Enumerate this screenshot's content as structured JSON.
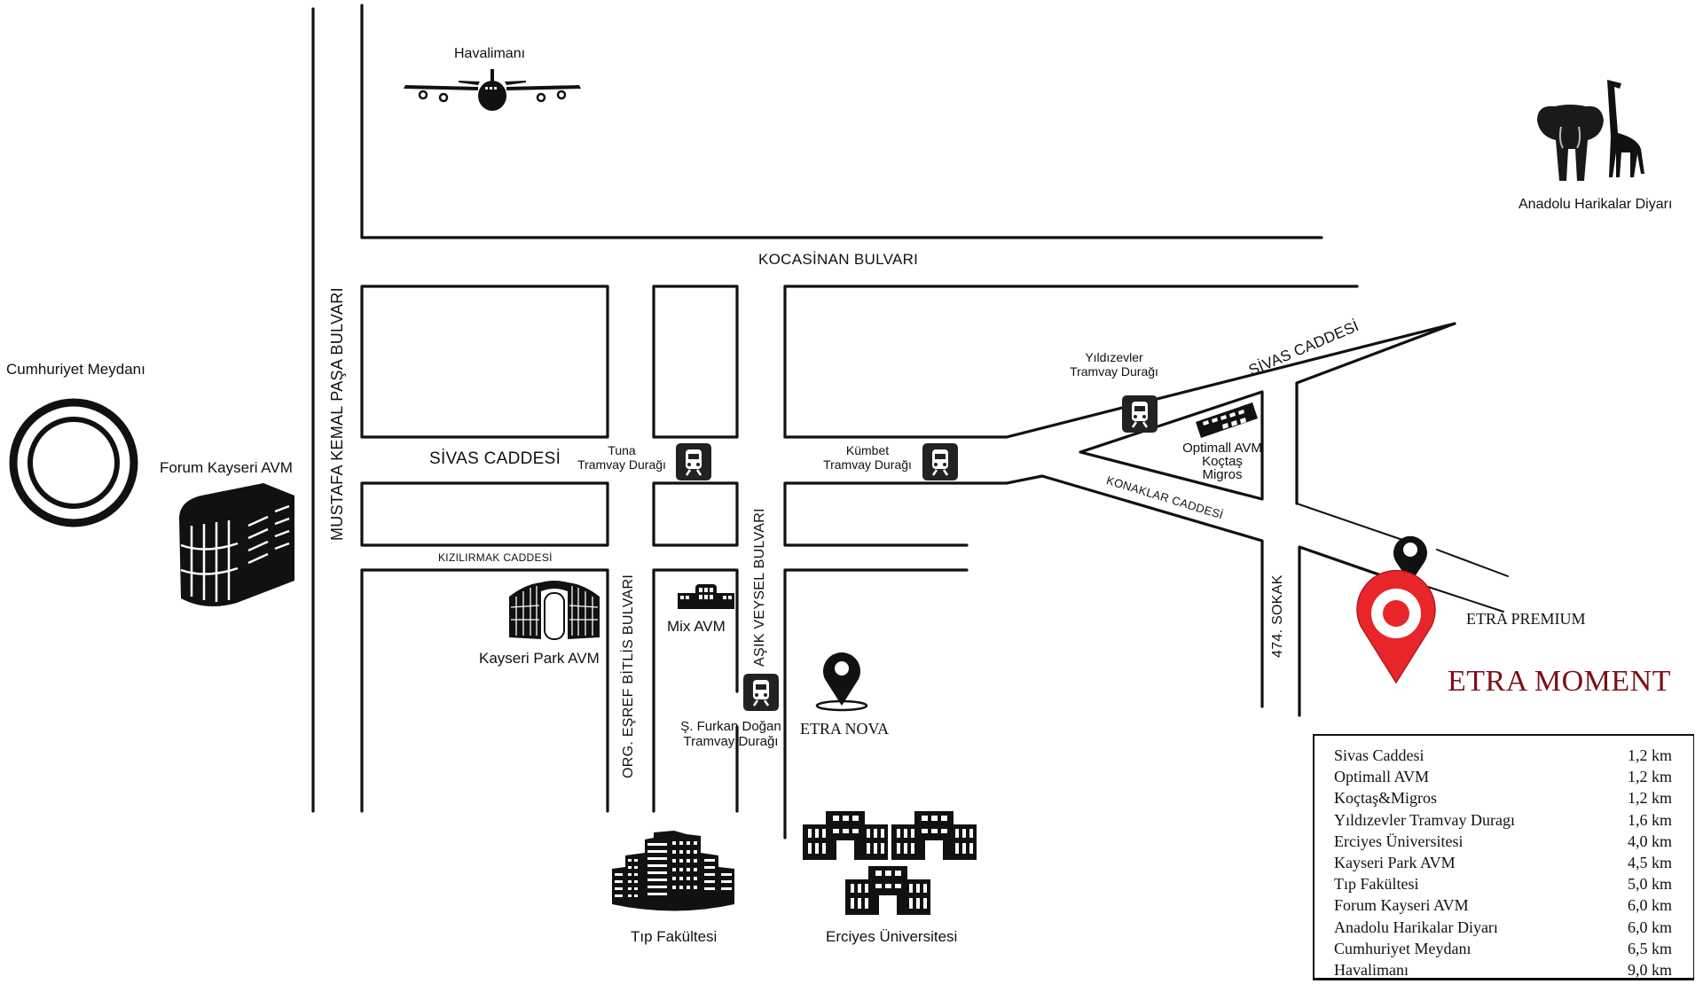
{
  "map": {
    "title": "ETRA MOMENT",
    "subtitle": "ETRA PREMIUM",
    "brand_color": "#7a1016",
    "pin_color": "#e8262a",
    "streets": {
      "kocasinan": "KOCASİNAN BULVARI",
      "mustafa_kemal": "MUSTAFA KEMAL PAŞA BULVARI",
      "sivas_left": "SİVAS CADDESİ",
      "sivas_right": "SİVAS CADDESİ",
      "kizilirmak": "KIZILIRMAK CADDESİ",
      "esref_bitlis": "ORG. EŞREF BİTLİS BULVARI",
      "asik_veysel": "AŞIK VEYSEL BULVARI",
      "konaklar": "KONAKLAR CADDESİ",
      "sokak_474": "474. SOKAK"
    },
    "landmarks": {
      "havalimani": {
        "label": "Havalimanı",
        "icon": "airplane-icon"
      },
      "anadolu": {
        "label": "Anadolu Harikalar Diyarı",
        "icon": "elephant-giraffe-icon"
      },
      "cumhuriyet": {
        "label": "Cumhuriyet Meydanı",
        "icon": "roundabout-icon"
      },
      "forum": {
        "label": "Forum Kayseri AVM",
        "icon": "building-icon"
      },
      "kayseri_park": {
        "label": "Kayseri Park AVM",
        "icon": "mall-icon"
      },
      "mix": {
        "label": "Mix AVM",
        "icon": "mall-icon"
      },
      "optimall": {
        "line1": "Optimall AVM",
        "line2": "Koçtaş",
        "line3": "Migros",
        "icon": "store-icon"
      },
      "tip": {
        "label": "Tıp Fakültesi",
        "icon": "hospital-building-icon"
      },
      "erciyes": {
        "label": "Erciyes Üniversitesi",
        "icon": "university-icon"
      },
      "etra_nova": {
        "label": "ETRA NOVA",
        "icon": "map-pin-icon"
      }
    },
    "tram_stops": {
      "tuna": {
        "line1": "Tuna",
        "line2": "Tramvay Durağı"
      },
      "kumbet": {
        "line1": "Kümbet",
        "line2": "Tramvay Durağı"
      },
      "yildizevler": {
        "line1": "Yıldızevler",
        "line2": "Tramvay Durağı"
      },
      "furkan": {
        "line1": "Ş. Furkan Doğan",
        "line2": "Tramvay Durağı"
      }
    }
  },
  "distances": [
    {
      "place": "Sivas Caddesi",
      "distance": "1,2 km"
    },
    {
      "place": "Optimall AVM",
      "distance": "1,2 km"
    },
    {
      "place": "Koçtaş&Migros",
      "distance": "1,2 km"
    },
    {
      "place": "Yıldızevler Tramvay Duragı",
      "distance": "1,6 km"
    },
    {
      "place": "Erciyes Üniversitesi",
      "distance": "4,0 km"
    },
    {
      "place": "Kayseri Park AVM",
      "distance": "4,5 km"
    },
    {
      "place": "Tıp Fakültesi",
      "distance": "5,0 km"
    },
    {
      "place": "Forum Kayseri AVM",
      "distance": "6,0 km"
    },
    {
      "place": "Anadolu Harikalar Diyarı",
      "distance": "6,0 km"
    },
    {
      "place": "Cumhuriyet Meydanı",
      "distance": "6,5 km"
    },
    {
      "place": "Havalimanı",
      "distance": "9,0 km"
    }
  ]
}
